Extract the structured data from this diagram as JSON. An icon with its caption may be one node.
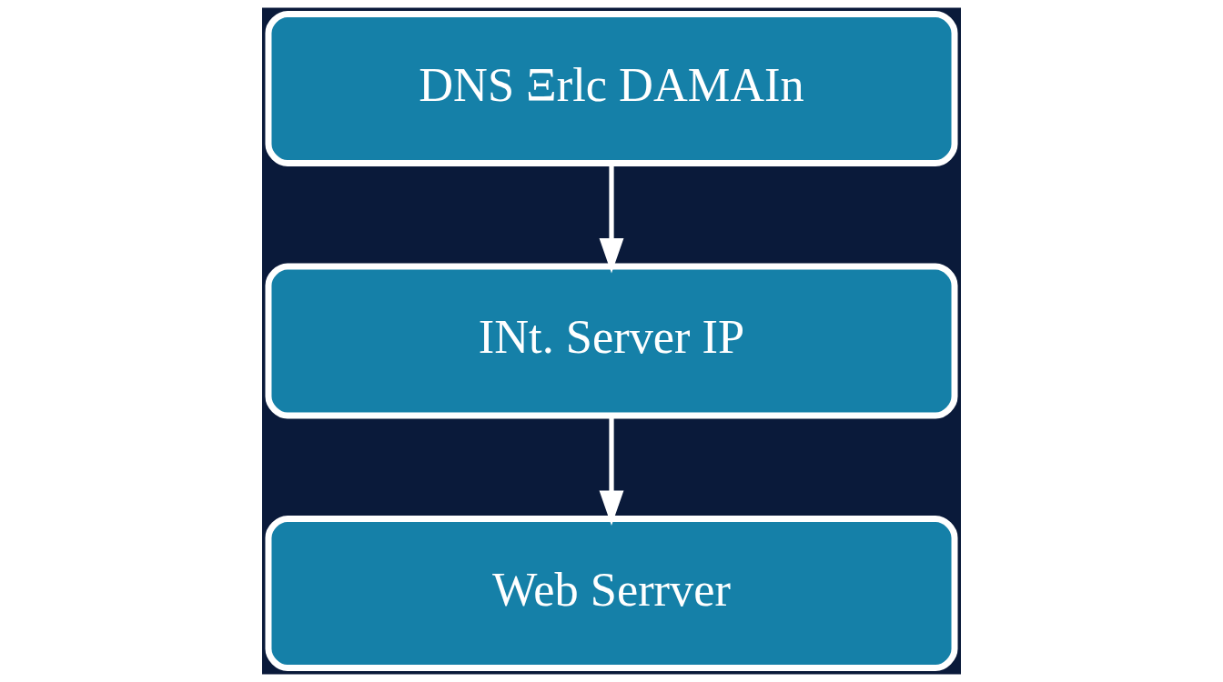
{
  "diagram": {
    "nodes": [
      {
        "text": [
          "DNS Ξrlc DAMAIn"
        ]
      },
      {
        "text": [
          "INt. Server IP"
        ]
      },
      {
        "text": [
          "Web Serrver"
        ]
      }
    ],
    "edges": [
      {
        "from": 0,
        "to": 1,
        "arrow": "to"
      },
      {
        "from": 1,
        "to": 2,
        "arrow": "to"
      }
    ]
  }
}
